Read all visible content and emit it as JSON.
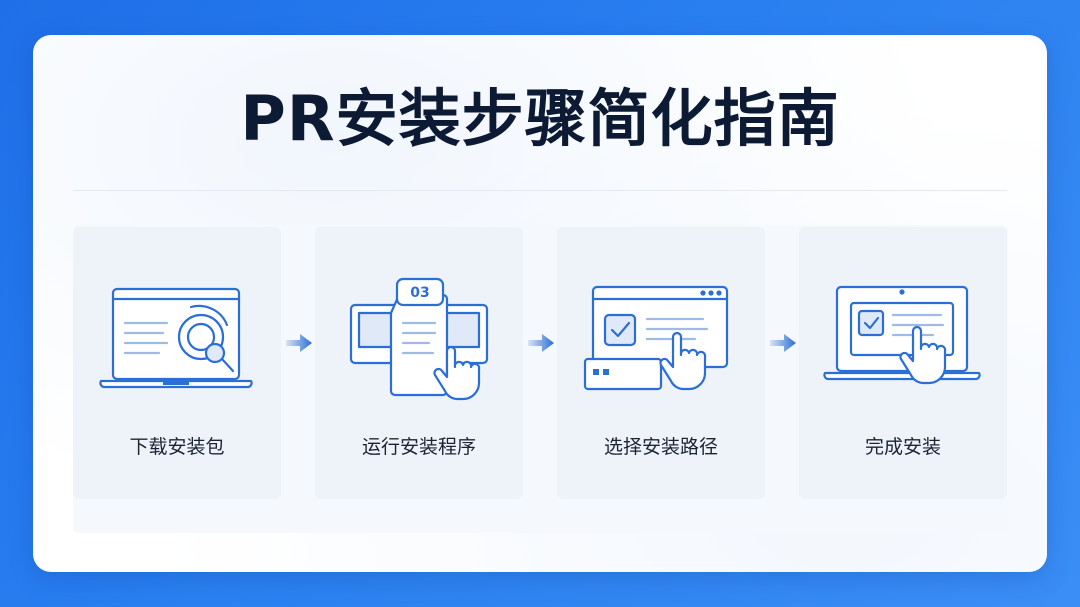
{
  "title": "PR安装步骤简化指南",
  "steps": [
    {
      "label": "下载安装包",
      "icon": "laptop-download-icon"
    },
    {
      "label": "运行安装程序",
      "icon": "run-installer-icon",
      "badge": "03"
    },
    {
      "label": "选择安装路径",
      "icon": "browser-path-select-icon"
    },
    {
      "label": "完成安装",
      "icon": "laptop-check-complete-icon"
    }
  ],
  "colors": {
    "background": "#1f6fe8",
    "accent": "#2b6fd6",
    "title": "#0c1a33"
  }
}
